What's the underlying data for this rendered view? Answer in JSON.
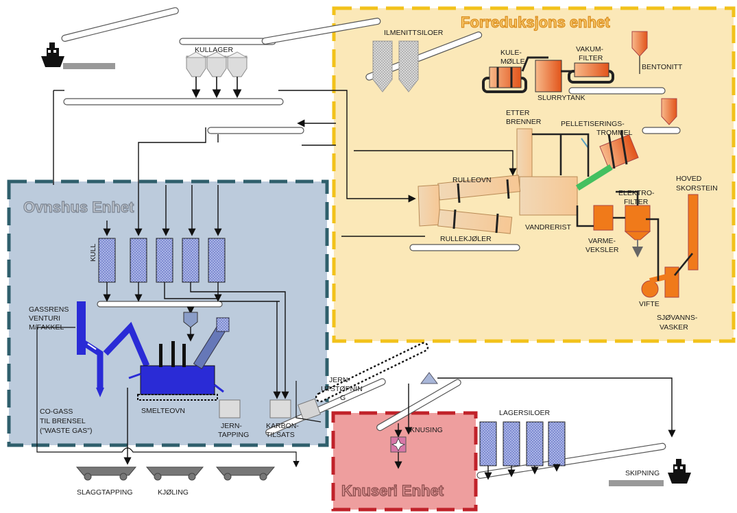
{
  "header_text": "",
  "units": {
    "forreduksjon": "Forreduksjons enhet",
    "ovnshus": "Ovnshus Enhet",
    "knuseri": "Knuseri Enhet"
  },
  "labels": {
    "ilmenittsiloer": "ILMENITTSILOER",
    "kullager": "KULLAGER",
    "kulemolle_1": "KULE-",
    "kulemolle_2": "MØLLE",
    "vakumfilter_1": "VAKUM-",
    "vakumfilter_2": "FILTER",
    "bentonitt": "BENTONITT",
    "slurrytank": "SLURRYTANK",
    "etterbrenner_1": "ETTER",
    "etterbrenner_2": "BRENNER",
    "pelletiseringstrommel_1": "PELLETISERINGS-",
    "pelletiseringstrommel_2": "TROMMEL",
    "hovedskorstein_1": "HOVED",
    "hovedskorstein_2": "SKORSTEIN",
    "rulleovn": "RULLEOVN",
    "elektrofilter_1": "ELEKTRO-",
    "elektrofilter_2": "FILTER",
    "vandrerist": "VANDRERIST",
    "rullekjoler": "RULLEKJØLER",
    "varmeveksler_1": "VARME-",
    "varmeveksler_2": "VEKSLER",
    "vifte": "VIFTE",
    "sjovannsvasker_1": "SJØVANNS-",
    "sjovannsvasker_2": "VASKER",
    "kull": "KULL",
    "gassrens_1": "GASSRENS",
    "gassrens_2": "VENTURI",
    "gassrens_3": "M/FAKKEL",
    "cogass_1": "CO-GASS",
    "cogass_2": "TIL BRENSEL",
    "cogass_3": "(\"WASTE GAS\")",
    "smelteovn": "SMELTEOVN",
    "jerntapping_1": "JERN-",
    "jerntapping_2": "TAPPING",
    "karbontilsats_1": "KARBON-",
    "karbontilsats_2": "TILSATS",
    "jernutstopning_1": "JERN-",
    "jernutstopning_2": "UTSTØPNIN",
    "jernutstopning_3": "G",
    "knusing": "KNUSING",
    "lagersiloer": "LAGERSILOER",
    "skipning": "SKIPNING",
    "slaggtapping": "SLAGGTAPPING",
    "kjoling": "KJØLING"
  },
  "colors": {
    "forreduksjon_fill": "#fbe8b8",
    "forreduksjon_border": "#f2c21b",
    "ovnshus_fill": "#bccbdc",
    "ovnshus_border": "#2f5f6c",
    "knuseri_fill": "#ee9e9e",
    "knuseri_border": "#c0222a",
    "equipment_orange": "#f07a1a",
    "equipment_tan": "#f5cf9a",
    "furnace_blue": "#2a2bd6",
    "silo_blue": "#a9b4e4",
    "title_blue": "#1f33b8"
  },
  "icons": [
    "ship-icon",
    "ship-icon"
  ]
}
